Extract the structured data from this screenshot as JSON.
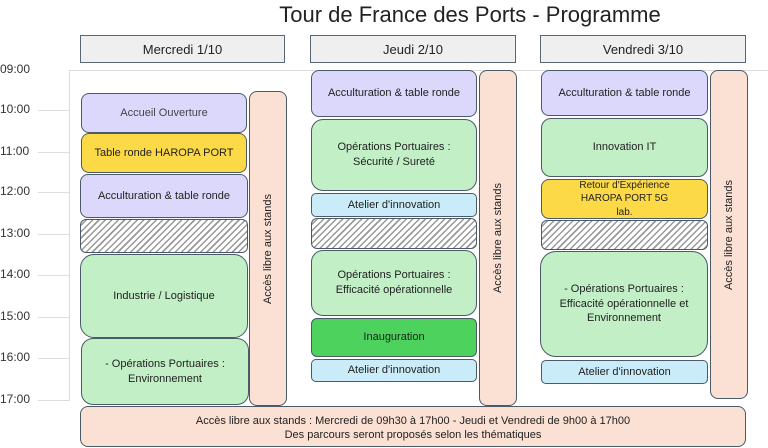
{
  "title": "Tour de France des Ports - Programme",
  "times": [
    "09:00",
    "10:00",
    "11:00",
    "12:00",
    "13:00",
    "14:00",
    "15:00",
    "16:00",
    "17:00"
  ],
  "days": [
    {
      "label": "Mercredi 1/10",
      "side": "Accès libre aux stands",
      "events": [
        {
          "label": "Accueil Ouverture"
        },
        {
          "label": "Table ronde  HAROPA PORT"
        },
        {
          "label": "Acculturation & table ronde"
        },
        {
          "label": "Industrie / Logistique"
        },
        {
          "label": "- Opérations Portuaires : Environnement"
        }
      ]
    },
    {
      "label": "Jeudi 2/10",
      "side": "Accès libre aux stands",
      "events": [
        {
          "label": "Acculturation & table ronde"
        },
        {
          "label": "Opérations Portuaires : Sécurité / Sureté"
        },
        {
          "label": "Atelier d'innovation"
        },
        {
          "label": "Opérations Portuaires : Efficacité opérationnelle"
        },
        {
          "label": "Inauguration"
        },
        {
          "label": "Atelier d'innovation"
        }
      ]
    },
    {
      "label": "Vendredi 3/10",
      "side": "Accès libre aux stands",
      "events": [
        {
          "label": "Acculturation & table ronde"
        },
        {
          "label": "Innovation IT"
        },
        {
          "label": "Retour d'Expérience HAROPA PORT 5G lab."
        },
        {
          "label": "- Opérations Portuaires : Efficacité opérationnelle et Environnement"
        },
        {
          "label": "Atelier d'innovation"
        }
      ]
    }
  ],
  "banner": {
    "line1": "Accès libre aux stands : Mercredi de 09h30 à 17h00 - Jeudi et Vendredi de 9h00 à 17h00",
    "line2": "Des parcours seront proposés selon les thématiques"
  },
  "colors": {
    "lavender": "#dcd8fb",
    "yellow": "#fcd947",
    "green": "#c2efc6",
    "bright_green": "#4dd25e",
    "blue": "#c9ecf8",
    "peach": "#fbe0d4"
  }
}
